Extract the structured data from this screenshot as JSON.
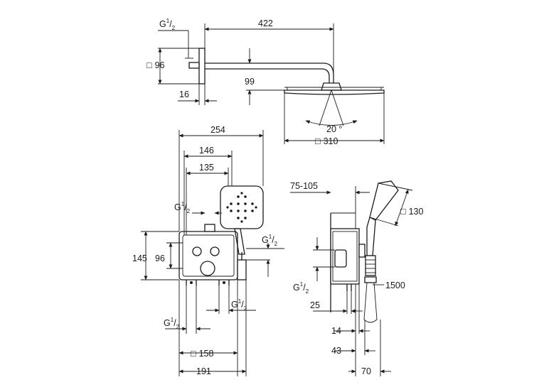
{
  "labels": {
    "head_thread": "G",
    "frac_num": "1",
    "frac_den": "2",
    "square": "□",
    "flange": "96",
    "arm_length": "422",
    "arm_drop": "99",
    "wall_gap": "16",
    "spray_angle": "20 °",
    "head_size": "310",
    "box_width": "254",
    "hand_offset": "146",
    "outlet_offset": "135",
    "box_height": "145",
    "box_inner": "96",
    "valve_plate": "158",
    "base_width": "191",
    "depth_range": "75-105",
    "handshower_size": "130",
    "hose_length": "1500",
    "side_25": "25",
    "side_14": "14",
    "side_43": "43",
    "side_70": "70"
  },
  "colors": {
    "line": "#1a1a1a",
    "background": "#ffffff"
  }
}
